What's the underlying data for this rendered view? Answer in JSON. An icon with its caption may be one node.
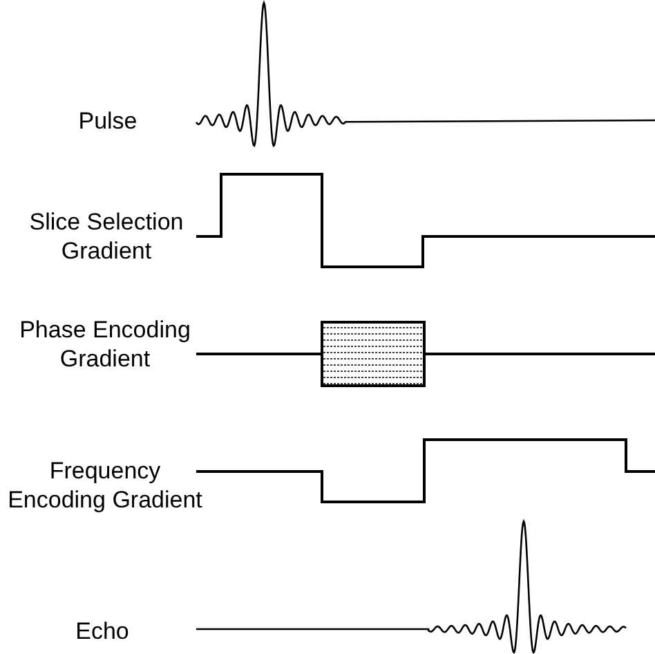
{
  "diagram": {
    "labels": [
      "Pulse",
      "Slice Selection Gradient",
      "Phase Encoding Gradient",
      "Frequency Encoding Gradient",
      "Echo"
    ]
  }
}
